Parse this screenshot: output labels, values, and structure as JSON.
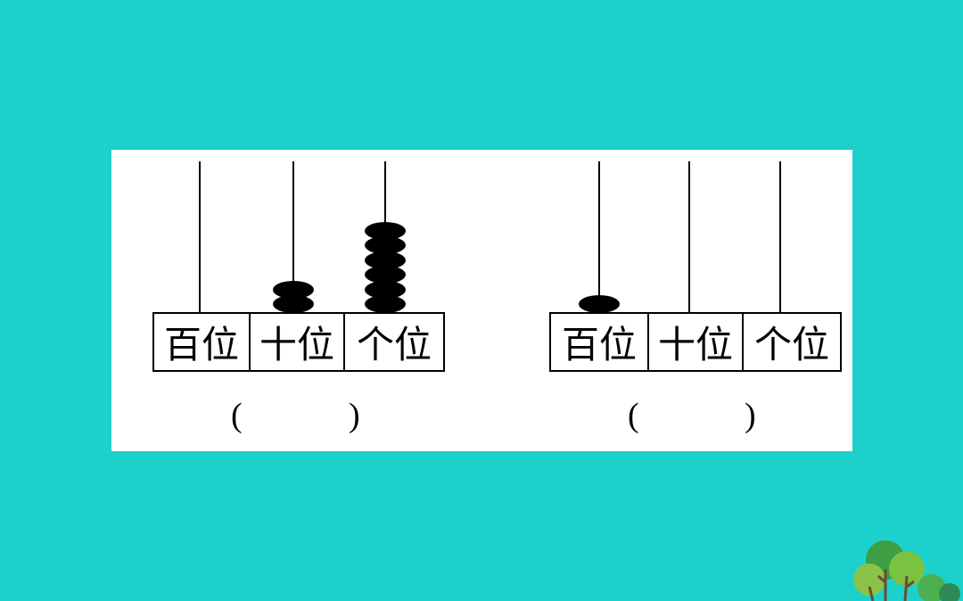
{
  "abaci": [
    {
      "labels": [
        "百位",
        "十位",
        "个位"
      ],
      "beads": {
        "hundreds": 0,
        "tens": 2,
        "ones": 6
      },
      "answer_open": "(",
      "answer_close": ")"
    },
    {
      "labels": [
        "百位",
        "十位",
        "个位"
      ],
      "beads": {
        "hundreds": 1,
        "tens": 0,
        "ones": 0
      },
      "answer_open": "(",
      "answer_close": ")"
    }
  ],
  "colors": {
    "background": "#1cd1cc",
    "panel": "#ffffff",
    "ink": "#000000",
    "tree_green": "#4caf50"
  },
  "icons": {
    "decoration": "tree-icon"
  }
}
